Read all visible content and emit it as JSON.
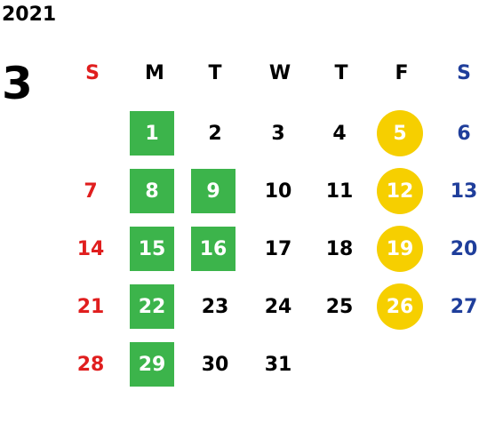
{
  "calendar": {
    "year": "2021",
    "month": "3",
    "weekdays": [
      "S",
      "M",
      "T",
      "W",
      "T",
      "F",
      "S"
    ],
    "days": [
      [
        "",
        "1",
        "2",
        "3",
        "4",
        "5",
        "6"
      ],
      [
        "7",
        "8",
        "9",
        "10",
        "11",
        "12",
        "13"
      ],
      [
        "14",
        "15",
        "16",
        "17",
        "18",
        "19",
        "20"
      ],
      [
        "21",
        "22",
        "23",
        "24",
        "25",
        "26",
        "27"
      ],
      [
        "28",
        "29",
        "30",
        "31",
        "",
        "",
        ""
      ]
    ],
    "colors": {
      "sunday": "#e01e1e",
      "saturday": "#1f3e9b",
      "green_highlight": "#3cb44b",
      "yellow_highlight": "#f6cf00"
    }
  }
}
